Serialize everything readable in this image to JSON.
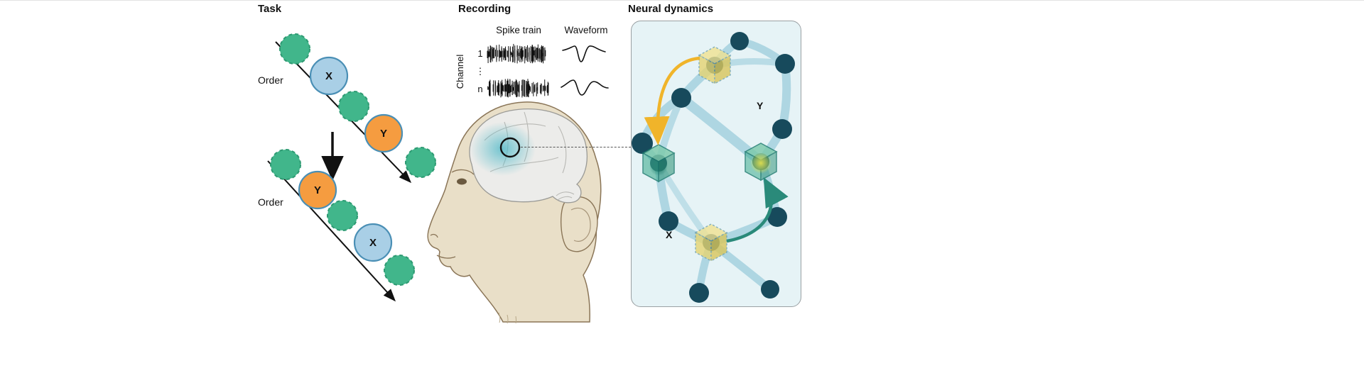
{
  "figure": {
    "task": {
      "title": "Task",
      "order_label_1": "Order",
      "order_label_2": "Order",
      "seq1_item2_label": "X",
      "seq1_item4_label": "Y",
      "seq2_item2_label": "Y",
      "seq2_item4_label": "X"
    },
    "recording": {
      "title": "Recording",
      "spike_train_header": "Spike train",
      "waveform_header": "Waveform",
      "channel_axis_label": "Channel",
      "channel_row_1": "1",
      "channel_dots": "⋮",
      "channel_row_n": "n"
    },
    "neural_dynamics": {
      "title": "Neural dynamics",
      "label_y": "Y",
      "label_x": "X"
    },
    "colors": {
      "item_green": "#41b68b",
      "item_green_stroke": "#2d9a72",
      "item_blue": "#a9cfe6",
      "item_blue_stroke": "#4a8fb5",
      "item_orange": "#f59c40",
      "item_orange_stroke": "#4a8fb5",
      "arrow_black": "#111111",
      "monkey_skin": "#e9dfc8",
      "monkey_outline": "#8a7557",
      "brain_fill": "#ececea",
      "brain_outline": "#9a9a96",
      "recording_site_glow": "#56b8c6",
      "panel_bg": "#e6f3f6",
      "panel_border": "#9aa0a3",
      "band_blue": "#aed6e2",
      "node_dark": "#174a5c",
      "cube_yellow": "#e9d97c",
      "cube_green": "#3aa98c",
      "arrow_yellow": "#f0b42a",
      "arrow_teal": "#2a8a7a"
    }
  }
}
